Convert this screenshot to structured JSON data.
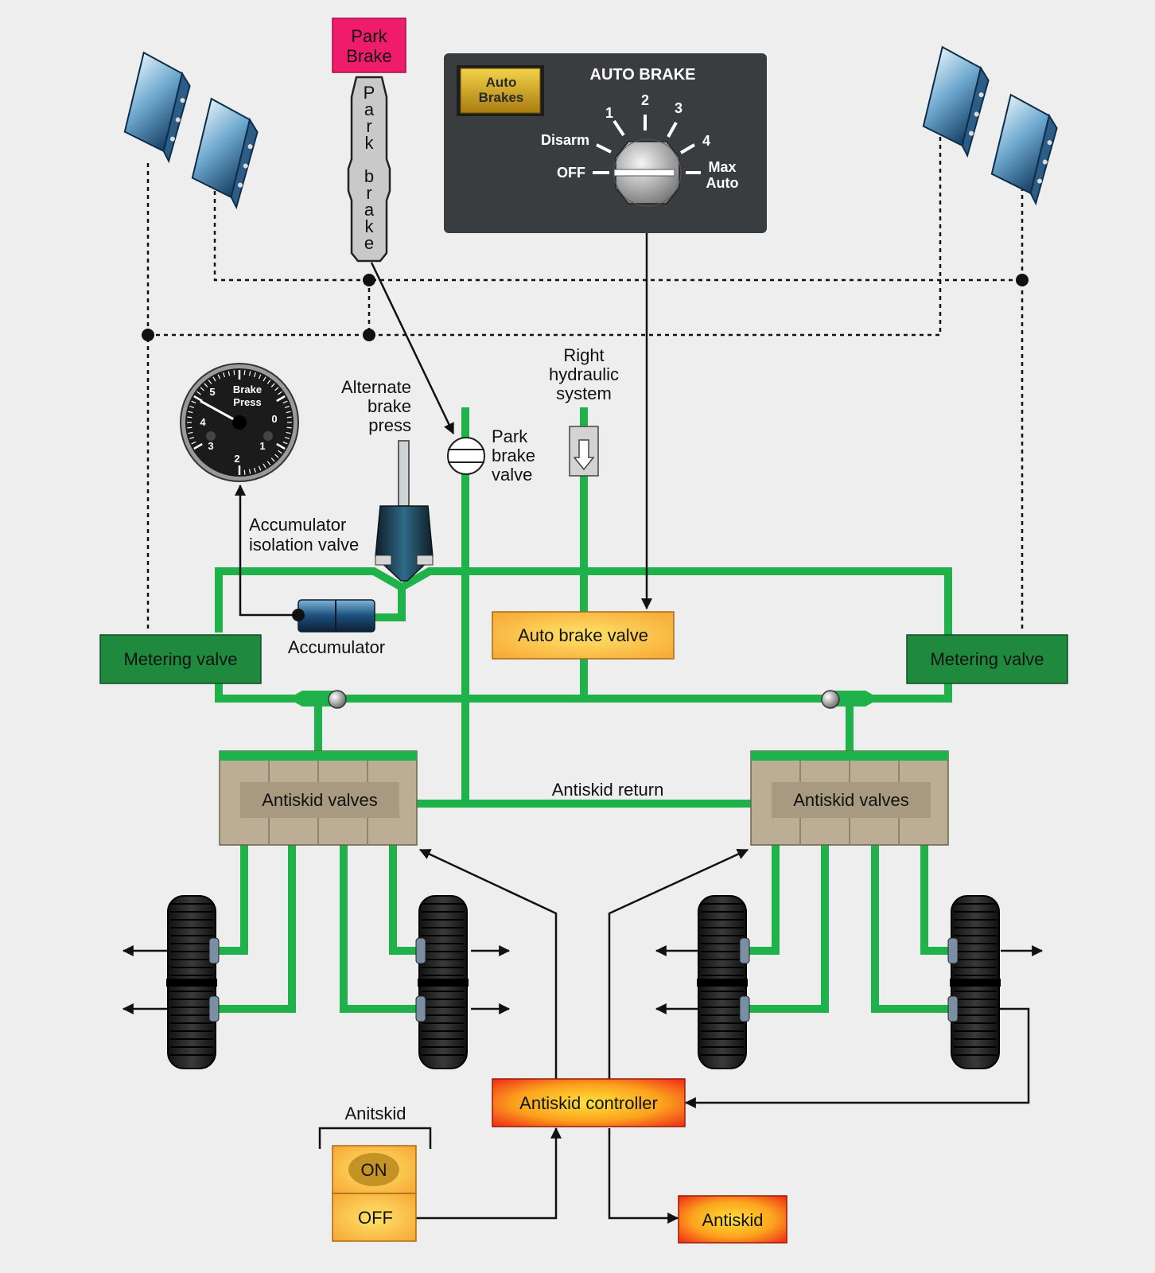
{
  "colors": {
    "background": "#eeeeee",
    "hydraulic_line": "#1fb14a",
    "metering_valve": "#1f8a3e",
    "auto_brake_valve": "#f8ad3a",
    "antiskid_controller": "#f34a1e",
    "park_brake_badge": "#ee1c6b",
    "panel": "#3a3d3f",
    "antiskid_block": "#bcae94"
  },
  "park_brake_badge": {
    "line1": "Park",
    "line2": "Brake"
  },
  "park_brake_lever": {
    "letters": [
      "P",
      "a",
      "r",
      "k",
      "",
      "b",
      "r",
      "a",
      "k",
      "e"
    ]
  },
  "auto_brake_panel": {
    "title": "AUTO BRAKE",
    "button_line1": "Auto",
    "button_line2": "Brakes",
    "positions": {
      "off": "OFF",
      "disarm": "Disarm",
      "p1": "1",
      "p2": "2",
      "p3": "3",
      "p4": "4",
      "max_line1": "Max",
      "max_line2": "Auto"
    }
  },
  "gauge": {
    "label_line1": "Brake",
    "label_line2": "Press",
    "scale": [
      "5",
      "4",
      "3",
      "2",
      "1",
      "0"
    ],
    "needle_value": 4.2
  },
  "labels": {
    "alternate_brake_press": [
      "Alternate",
      "brake",
      "press"
    ],
    "park_brake_valve": [
      "Park",
      "brake",
      "valve"
    ],
    "right_hydraulic_system": [
      "Right",
      "hydraulic",
      "system"
    ],
    "accumulator_isolation_valve": [
      "Accumulator",
      "isolation valve"
    ],
    "accumulator": "Accumulator",
    "antiskid_return": "Antiskid return",
    "antiskid_switch_title": "Anitskid"
  },
  "boxes": {
    "metering_valve_left": "Metering valve",
    "metering_valve_right": "Metering valve",
    "auto_brake_valve": "Auto brake valve",
    "antiskid_valves_left": "Antiskid valves",
    "antiskid_valves_right": "Antiskid valves",
    "antiskid_controller": "Antiskid controller",
    "antiskid_light": "Antiskid"
  },
  "antiskid_switch": {
    "on": "ON",
    "off": "OFF"
  }
}
